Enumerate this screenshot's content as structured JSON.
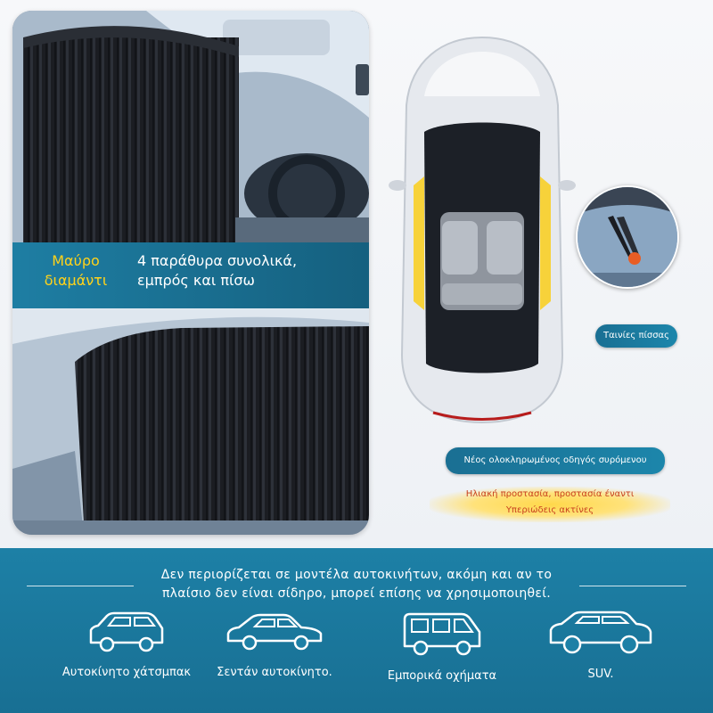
{
  "panel_label": {
    "color_name_line1": "Μαύρο",
    "color_name_line2": "διαμάντι",
    "windows_line1": "4 παράθυρα συνολικά,",
    "windows_line2": "εμπρός και πίσω"
  },
  "callouts": {
    "pitch_strips": "Ταινίες πίσσας",
    "slide_guide": "Νέος ολοκληρωμένος οδηγός συρόμενου",
    "protection_line1": "Ηλιακή προστασία, προστασία έναντι",
    "protection_line2": "Υπεριώδεις ακτίνες"
  },
  "footer": {
    "caption_line1": "Δεν περιορίζεται σε μοντέλα αυτοκινήτων, ακόμη και αν το",
    "caption_line2": "πλαίσιο δεν είναι σίδηρο, μπορεί επίσης να χρησιμοποιηθεί.",
    "vehicles": [
      {
        "name": "Αυτοκίνητο χάτσμπακ",
        "icon": "hatchback-icon"
      },
      {
        "name": "Σεντάν αυτοκίνητο.",
        "icon": "sedan-icon"
      },
      {
        "name": "Εμπορικά οχήματα",
        "icon": "van-icon"
      },
      {
        "name": "SUV.",
        "icon": "suv-icon"
      }
    ]
  },
  "colors": {
    "accent_blue": "#1d80a6",
    "label_yellow": "#ffd21a",
    "curtain_black": "#1b1d22",
    "highlight_yellow": "#f7d23a",
    "warning_text": "#c8411e"
  }
}
